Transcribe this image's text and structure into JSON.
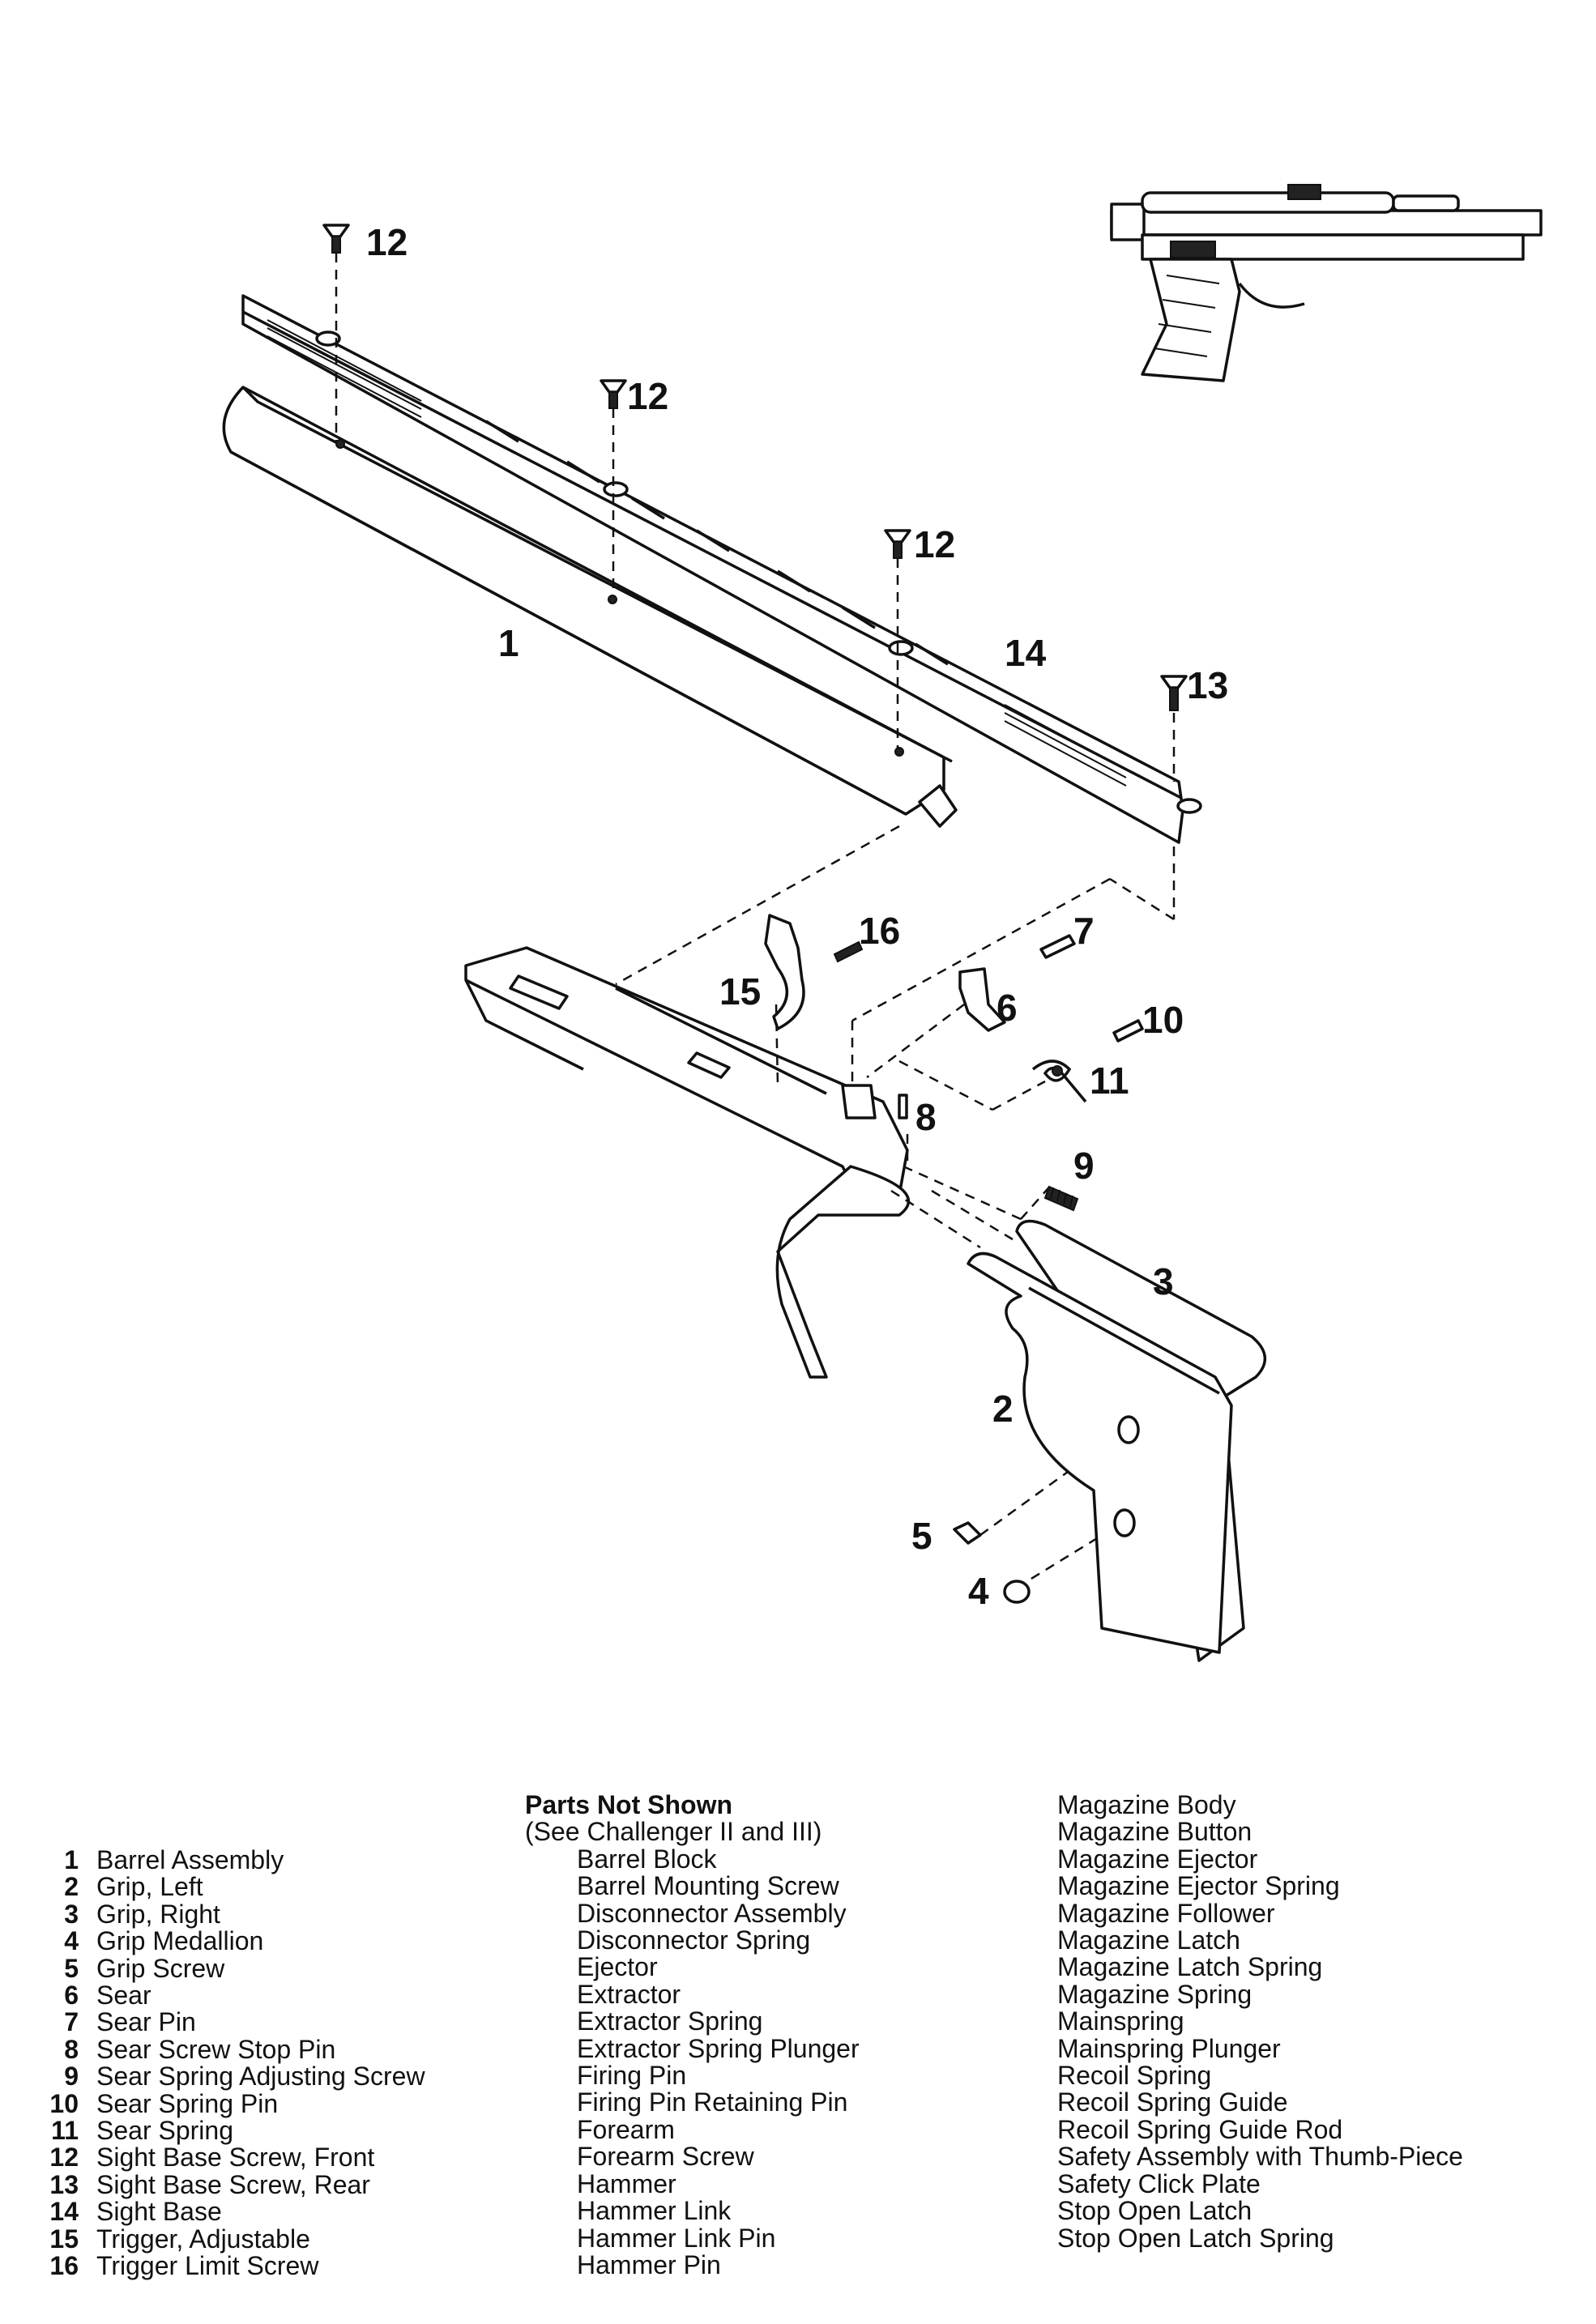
{
  "callouts": {
    "barrel_assembly": "1",
    "grip_left": "2",
    "grip_right": "3",
    "grip_medallion": "4",
    "grip_screw": "5",
    "sear": "6",
    "sear_pin": "7",
    "sear_screw_stop_pin": "8",
    "sear_spring_adjusting_screw": "9",
    "sear_spring_pin": "10",
    "sear_spring": "11",
    "sight_base_screw_front_1": "12",
    "sight_base_screw_front_2": "12",
    "sight_base_screw_front_3": "12",
    "sight_base_screw_rear": "13",
    "sight_base": "14",
    "trigger_adjustable": "15",
    "trigger_limit_screw": "16"
  },
  "parts_legend": [
    {
      "num": "1",
      "name": "Barrel Assembly"
    },
    {
      "num": "2",
      "name": "Grip, Left"
    },
    {
      "num": "3",
      "name": "Grip, Right"
    },
    {
      "num": "4",
      "name": "Grip Medallion"
    },
    {
      "num": "5",
      "name": "Grip Screw"
    },
    {
      "num": "6",
      "name": "Sear"
    },
    {
      "num": "7",
      "name": "Sear Pin"
    },
    {
      "num": "8",
      "name": "Sear Screw Stop Pin"
    },
    {
      "num": "9",
      "name": "Sear Spring Adjusting Screw"
    },
    {
      "num": "10",
      "name": "Sear Spring Pin"
    },
    {
      "num": "11",
      "name": "Sear Spring"
    },
    {
      "num": "12",
      "name": "Sight Base Screw, Front"
    },
    {
      "num": "13",
      "name": "Sight Base Screw, Rear"
    },
    {
      "num": "14",
      "name": "Sight Base"
    },
    {
      "num": "15",
      "name": "Trigger, Adjustable"
    },
    {
      "num": "16",
      "name": "Trigger Limit Screw"
    }
  ],
  "parts_not_shown": {
    "title": "Parts Not Shown",
    "subtitle": "(See Challenger II and III)",
    "column1": [
      "Barrel Block",
      "Barrel Mounting Screw",
      "Disconnector Assembly",
      "Disconnector Spring",
      "Ejector",
      "Extractor",
      "Extractor Spring",
      "Extractor Spring Plunger",
      "Firing Pin",
      "Firing Pin Retaining Pin",
      "Forearm",
      "Forearm Screw",
      "Hammer",
      "Hammer Link",
      "Hammer Link Pin",
      "Hammer Pin"
    ],
    "column2": [
      "Magazine Body",
      "Magazine Button",
      "Magazine Ejector",
      "Magazine Ejector Spring",
      "Magazine Follower",
      "Magazine Latch",
      "Magazine Latch Spring",
      "Magazine Spring",
      "Mainspring",
      "Mainspring Plunger",
      "Recoil Spring",
      "Recoil Spring Guide",
      "Recoil Spring Guide Rod",
      "Safety Assembly with Thumb-Piece",
      "Safety Click Plate",
      "Stop Open Latch",
      "Stop Open Latch Spring"
    ]
  }
}
